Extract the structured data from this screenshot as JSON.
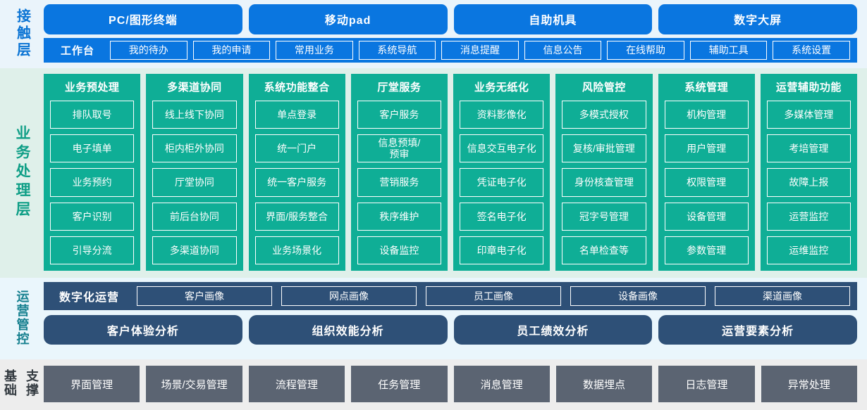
{
  "layers": {
    "contact": {
      "label": "接触层",
      "label_color": "#0b74d4",
      "band_color": "#eaf4fb",
      "accent": "#0a76e0",
      "channels": [
        {
          "label": "PC/图形终端"
        },
        {
          "label": "移动pad"
        },
        {
          "label": "自助机具"
        },
        {
          "label": "数字大屏"
        }
      ],
      "workbench": {
        "title": "工作台",
        "items": [
          {
            "label": "我的待办"
          },
          {
            "label": "我的申请"
          },
          {
            "label": "常用业务"
          },
          {
            "label": "系统导航"
          },
          {
            "label": "消息提醒"
          },
          {
            "label": "信息公告"
          },
          {
            "label": "在线帮助"
          },
          {
            "label": "辅助工具"
          },
          {
            "label": "系统设置"
          }
        ]
      }
    },
    "business": {
      "label": "业务处理层",
      "label_color": "#0e9e86",
      "band_color": "#dff0ea",
      "accent": "#0fae96",
      "columns": [
        {
          "title": "业务预处理",
          "items": [
            {
              "label": "排队取号"
            },
            {
              "label": "电子填单"
            },
            {
              "label": "业务预约"
            },
            {
              "label": "客户识别"
            },
            {
              "label": "引导分流"
            }
          ]
        },
        {
          "title": "多渠道协同",
          "items": [
            {
              "label": "线上线下协同"
            },
            {
              "label": "柜内柜外协同"
            },
            {
              "label": "厅堂协同"
            },
            {
              "label": "前后台协同"
            },
            {
              "label": "多渠道协同"
            }
          ]
        },
        {
          "title": "系统功能整合",
          "items": [
            {
              "label": "单点登录"
            },
            {
              "label": "统一门户"
            },
            {
              "label": "统一客户服务"
            },
            {
              "label": "界面/服务整合"
            },
            {
              "label": "业务场景化"
            }
          ]
        },
        {
          "title": "厅堂服务",
          "items": [
            {
              "label": "客户服务"
            },
            {
              "label": "信息预填/\n预审"
            },
            {
              "label": "营销服务"
            },
            {
              "label": "秩序维护"
            },
            {
              "label": "设备监控"
            }
          ]
        },
        {
          "title": "业务无纸化",
          "items": [
            {
              "label": "资料影像化"
            },
            {
              "label": "信息交互电子化"
            },
            {
              "label": "凭证电子化"
            },
            {
              "label": "签名电子化"
            },
            {
              "label": "印章电子化"
            }
          ]
        },
        {
          "title": "风险管控",
          "items": [
            {
              "label": "多模式授权"
            },
            {
              "label": "复核/审批管理"
            },
            {
              "label": "身份核查管理"
            },
            {
              "label": "冠字号管理"
            },
            {
              "label": "名单检查等"
            }
          ]
        },
        {
          "title": "系统管理",
          "items": [
            {
              "label": "机构管理"
            },
            {
              "label": "用户管理"
            },
            {
              "label": "权限管理"
            },
            {
              "label": "设备管理"
            },
            {
              "label": "参数管理"
            }
          ]
        },
        {
          "title": "运营辅助功能",
          "items": [
            {
              "label": "多媒体管理"
            },
            {
              "label": "考培管理"
            },
            {
              "label": "故障上报"
            },
            {
              "label": "运营监控"
            },
            {
              "label": "运维监控"
            }
          ]
        }
      ]
    },
    "operations": {
      "label": "运营管控",
      "label_color": "#16808f",
      "band_color": "#eaf6fc",
      "accent": "#2e5077",
      "digital_ops": {
        "title": "数字化运营",
        "items": [
          {
            "label": "客户画像"
          },
          {
            "label": "网点画像"
          },
          {
            "label": "员工画像"
          },
          {
            "label": "设备画像"
          },
          {
            "label": "渠道画像"
          }
        ]
      },
      "analysis": [
        {
          "label": "客户体验分析"
        },
        {
          "label": "组织效能分析"
        },
        {
          "label": "员工绩效分析"
        },
        {
          "label": "运营要素分析"
        }
      ]
    },
    "foundation": {
      "label_line1": "基础",
      "label_line2": "支撑",
      "label_color": "#333a40",
      "band_color": "#ededed",
      "accent": "#5b6472",
      "items": [
        {
          "label": "界面管理"
        },
        {
          "label": "场景/交易管理"
        },
        {
          "label": "流程管理"
        },
        {
          "label": "任务管理"
        },
        {
          "label": "消息管理"
        },
        {
          "label": "数据埋点"
        },
        {
          "label": "日志管理"
        },
        {
          "label": "异常处理"
        }
      ]
    }
  }
}
